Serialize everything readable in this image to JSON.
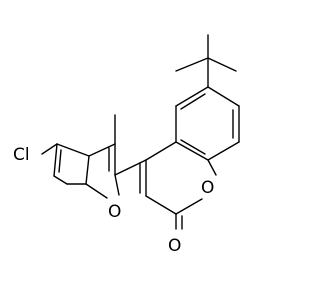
{
  "molecule": {
    "atom_labels": {
      "chlorine": "Cl",
      "furan_oxygen": "O",
      "ring_oxygen": "O",
      "carbonyl_oxygen": "O"
    },
    "colors": {
      "bond": "#000000",
      "label": "#000000",
      "background": "#ffffff"
    }
  }
}
